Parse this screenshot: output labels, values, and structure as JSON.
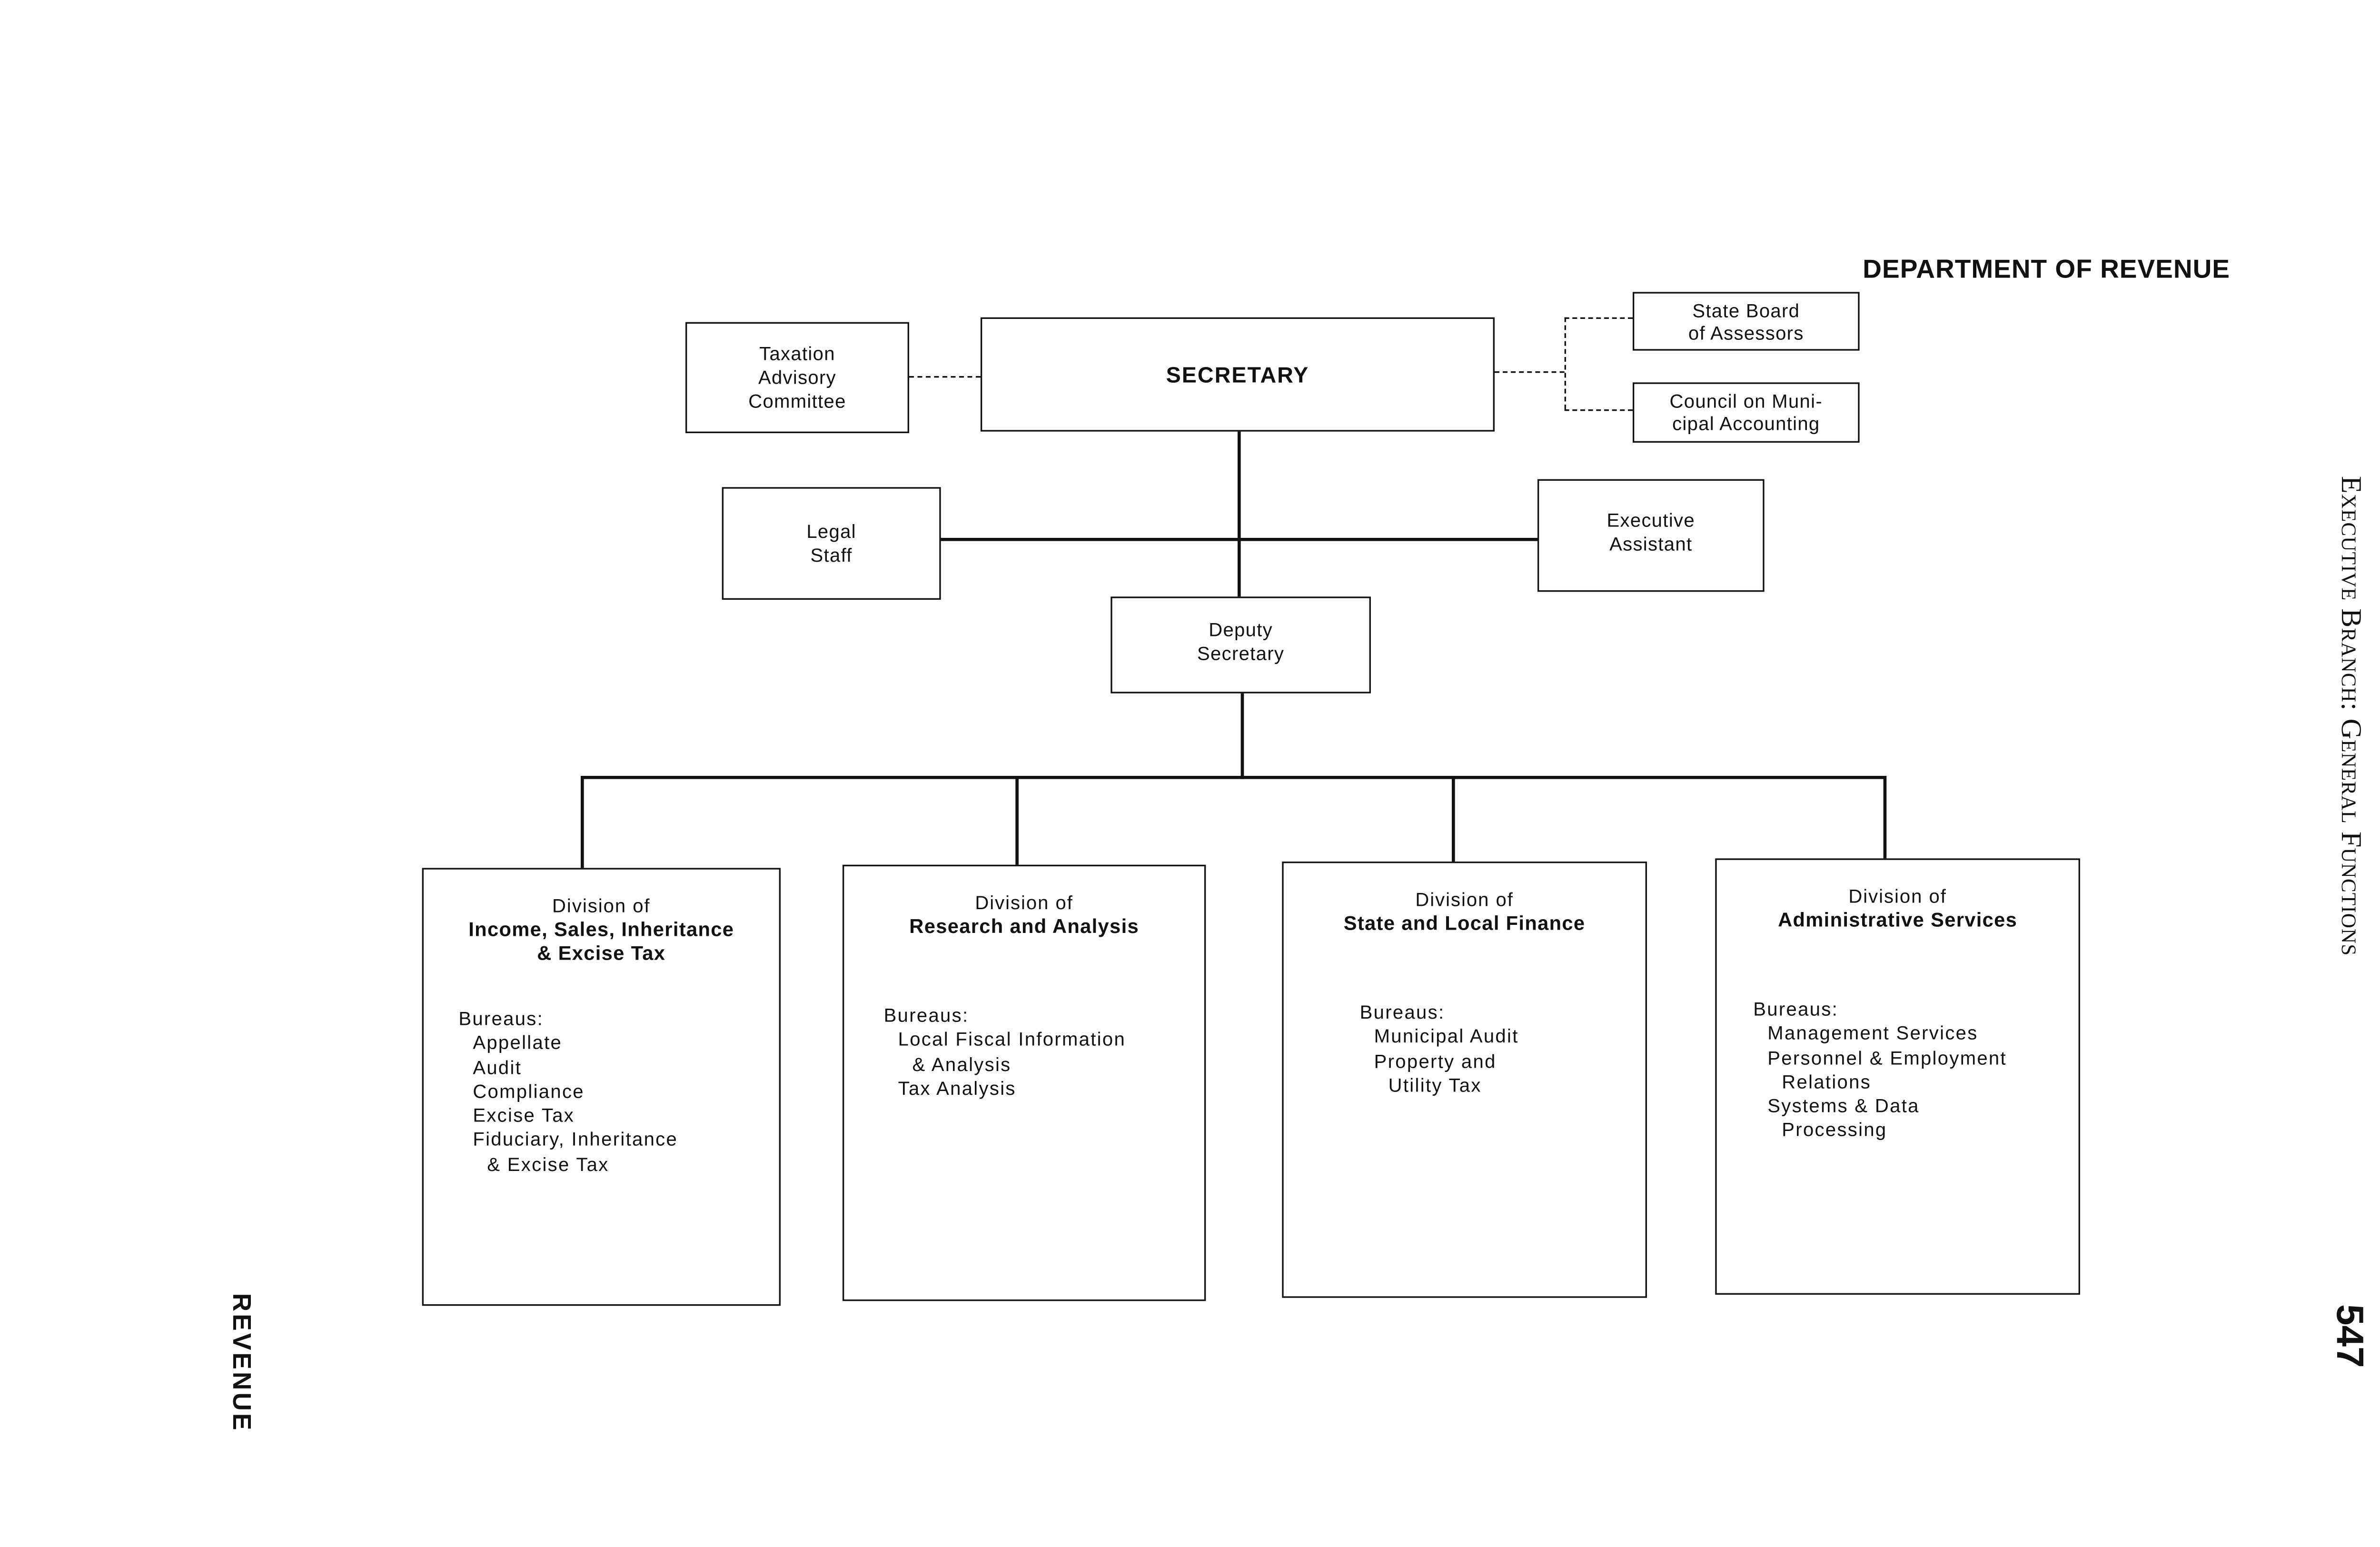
{
  "page": {
    "department_title": "DEPARTMENT OF REVENUE",
    "side_header": "Executive Branch: General Functions",
    "page_number": "547",
    "section_label": "REVENUE"
  },
  "org_chart": {
    "secretary": {
      "lines": [
        "SECRETARY"
      ]
    },
    "taxation_advisory": {
      "lines": [
        "Taxation",
        "Advisory",
        "Committee"
      ]
    },
    "state_board": {
      "lines": [
        "State Board",
        "of Assessors"
      ]
    },
    "council": {
      "lines": [
        "Council on Muni-",
        "cipal Accounting"
      ]
    },
    "legal_staff": {
      "lines": [
        "Legal",
        "Staff"
      ]
    },
    "executive_assistant": {
      "lines": [
        "Executive",
        "Assistant"
      ]
    },
    "deputy_secretary": {
      "lines": [
        "Deputy",
        "Secretary"
      ]
    },
    "bureaus_label": "Bureaus:",
    "division_prefix": "Division of",
    "divisions": [
      {
        "name_lines": [
          "Income, Sales, Inheritance",
          "& Excise Tax"
        ],
        "bureaus": [
          {
            "text": "Appellate",
            "cont": false
          },
          {
            "text": "Audit",
            "cont": false
          },
          {
            "text": "Compliance",
            "cont": false
          },
          {
            "text": "Excise Tax",
            "cont": false
          },
          {
            "text": "Fiduciary, Inheritance",
            "cont": false
          },
          {
            "text": "& Excise Tax",
            "cont": true
          }
        ]
      },
      {
        "name_lines": [
          "Research and Analysis"
        ],
        "bureaus": [
          {
            "text": "Local Fiscal Information",
            "cont": false
          },
          {
            "text": "& Analysis",
            "cont": true
          },
          {
            "text": "Tax Analysis",
            "cont": false
          }
        ]
      },
      {
        "name_lines": [
          "State and Local Finance"
        ],
        "bureaus": [
          {
            "text": "Municipal Audit",
            "cont": false
          },
          {
            "text": "Property and",
            "cont": false
          },
          {
            "text": "Utility Tax",
            "cont": true
          }
        ]
      },
      {
        "name_lines": [
          "Administrative Services"
        ],
        "bureaus": [
          {
            "text": "Management Services",
            "cont": false
          },
          {
            "text": "Personnel & Employment",
            "cont": false
          },
          {
            "text": "Relations",
            "cont": true
          },
          {
            "text": "Systems & Data",
            "cont": false
          },
          {
            "text": "Processing",
            "cont": true
          }
        ]
      }
    ]
  }
}
